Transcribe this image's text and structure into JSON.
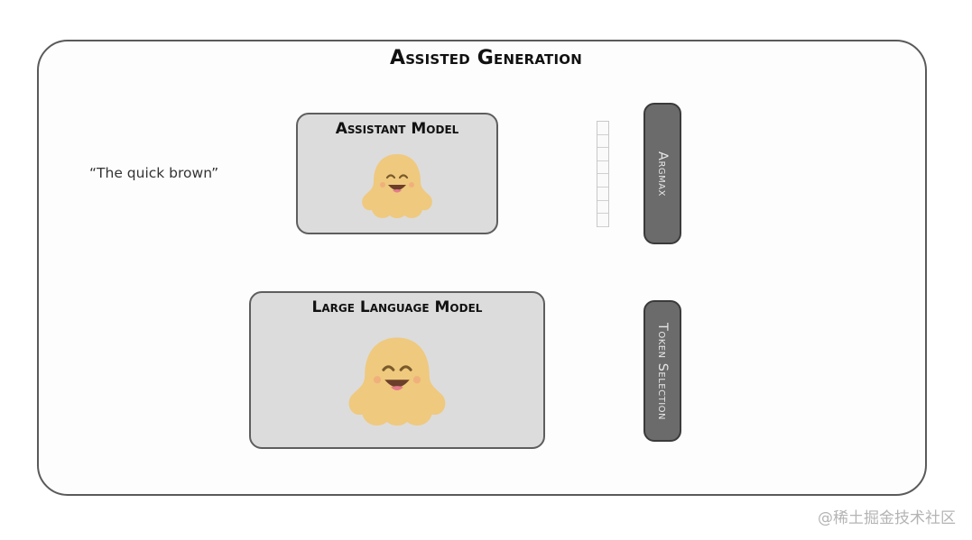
{
  "title": "Assisted Generation",
  "prompt_text": "“The quick brown”",
  "models": {
    "assistant": {
      "label": "Assistant Model",
      "icon": "hugging-face-icon"
    },
    "large": {
      "label": "Large Language Model",
      "icon": "hugging-face-icon"
    }
  },
  "operations": {
    "argmax": "Argmax",
    "token_selection": "Token Selection"
  },
  "watermark": "@稀土掘金技术社区",
  "colors": {
    "frame_border": "#5a5a5a",
    "model_fill": "#dcdcdc",
    "pill_fill": "#6b6b6b",
    "mascot": "#f2c66d"
  }
}
